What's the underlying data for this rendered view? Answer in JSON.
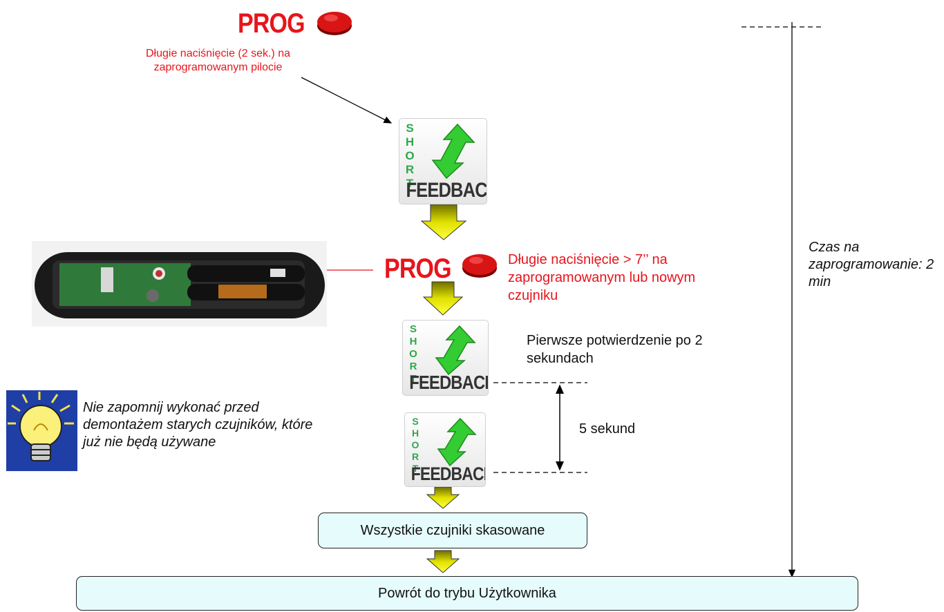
{
  "prog_label": "PROG",
  "step1": {
    "note": "Długie naciśnięcie (2 sek.) na zaprogramowanym pilocie"
  },
  "feedback": {
    "vertical_letters": [
      "S",
      "H",
      "O",
      "R",
      "T"
    ],
    "word": "FEEDBACK"
  },
  "step2": {
    "note": "Długie naciśnięcie  > 7’’ na zaprogramowanym lub nowym czujniku"
  },
  "first_confirmation": "Pierwsze potwierdzenie po 2 sekundach",
  "interval": "5 sekund",
  "tip": "Nie zapomnij wykonać przed demontażem starych czujników, które już nie będą używane",
  "time_label": "Czas na zaprogramowanie: 2 min",
  "box_all_deleted": "Wszystkie czujniki skasowane",
  "box_return": "Powrót do trybu Użytkownika",
  "icons": {
    "prog_button": "red-button-icon",
    "feedback": "short-feedback-icon",
    "tip": "lightbulb-icon",
    "device": "device-photo"
  },
  "colors": {
    "red": "#e8141c",
    "green": "#2ea84a",
    "box_fill": "#e6fcfc",
    "arrow_fill": "#e8e800"
  }
}
